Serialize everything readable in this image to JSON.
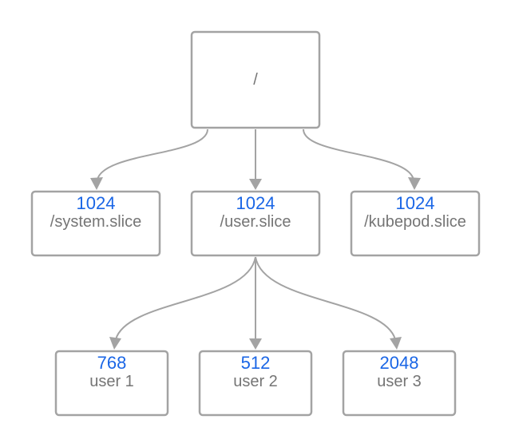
{
  "colors": {
    "box_stroke": "#a3a3a3",
    "edge": "#a3a3a3",
    "value_text": "#1a66e6",
    "label_text": "#757575"
  },
  "root": {
    "label": "/"
  },
  "level1": [
    {
      "value": "1024",
      "label": "/system.slice"
    },
    {
      "value": "1024",
      "label": "/user.slice"
    },
    {
      "value": "1024",
      "label": "/kubepod.slice"
    }
  ],
  "level2": [
    {
      "value": "768",
      "label": "user 1"
    },
    {
      "value": "512",
      "label": "user 2"
    },
    {
      "value": "2048",
      "label": "user 3"
    }
  ]
}
